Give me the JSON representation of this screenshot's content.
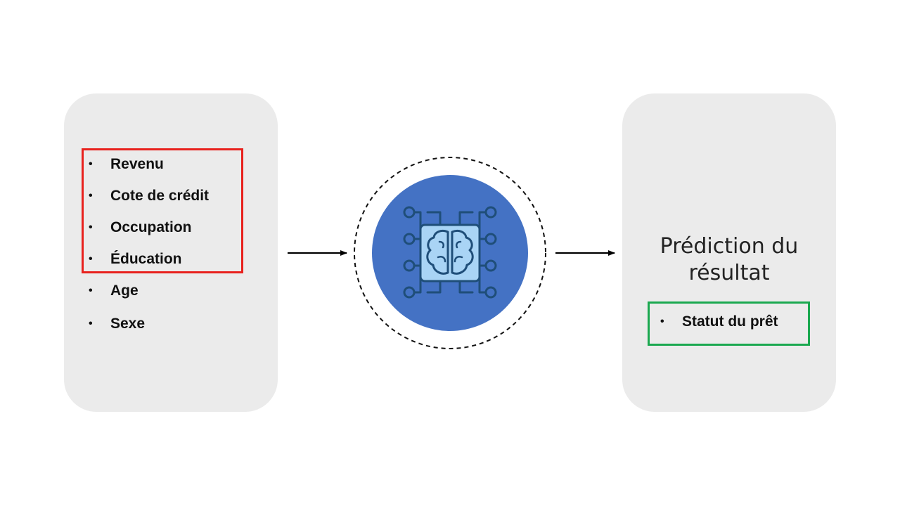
{
  "inputs": {
    "items": [
      "Revenu",
      "Cote de crédit",
      "Occupation",
      "Éducation",
      "Age",
      "Sexe"
    ]
  },
  "model": {
    "icon": "ai-brain-chip-icon"
  },
  "output": {
    "title_line1": "Prédiction du",
    "title_line2": "résultat",
    "item": "Statut du prêt"
  },
  "colors": {
    "panel_bg": "#ebebeb",
    "input_highlight": "#e8211d",
    "output_highlight": "#1aa84f",
    "model_circle": "#4472c4",
    "chip_fill": "#a9d4f5",
    "chip_stroke": "#1f4e79"
  },
  "bullet": "•"
}
